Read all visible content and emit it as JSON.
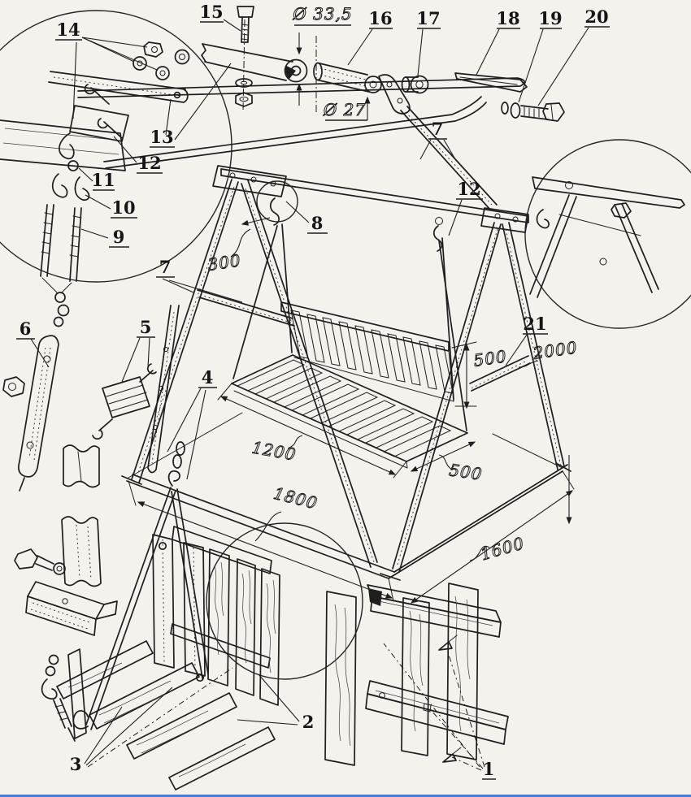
{
  "figure": {
    "subject": "exploded assembly line drawing of an A-frame garden swing with hanging slatted bench"
  },
  "palette": {
    "ink": "#1e1e1e",
    "paper": "#f3f2ed",
    "border_blue": "#4a79d9"
  },
  "parts": {
    "p1": "1",
    "p2": "2",
    "p3": "3",
    "p4": "4",
    "p5": "5",
    "p6": "6",
    "p7": "7",
    "p8": "8",
    "p9": "9",
    "p10": "10",
    "p11": "11",
    "p12": "12",
    "p13": "13",
    "p14": "14",
    "p15": "15",
    "p16": "16",
    "p17": "17",
    "p18": "18",
    "p19": "19",
    "p20": "20",
    "p21": "21"
  },
  "dimensions": {
    "dia_outer": "Ø 33,5",
    "dia_inner": "Ø 27",
    "offset_300": "300",
    "height_500": "500",
    "gap_500": "500",
    "seat_1200": "1200",
    "rail_1800": "1800",
    "rail_1600": "1600",
    "leg_2000": "2000"
  }
}
